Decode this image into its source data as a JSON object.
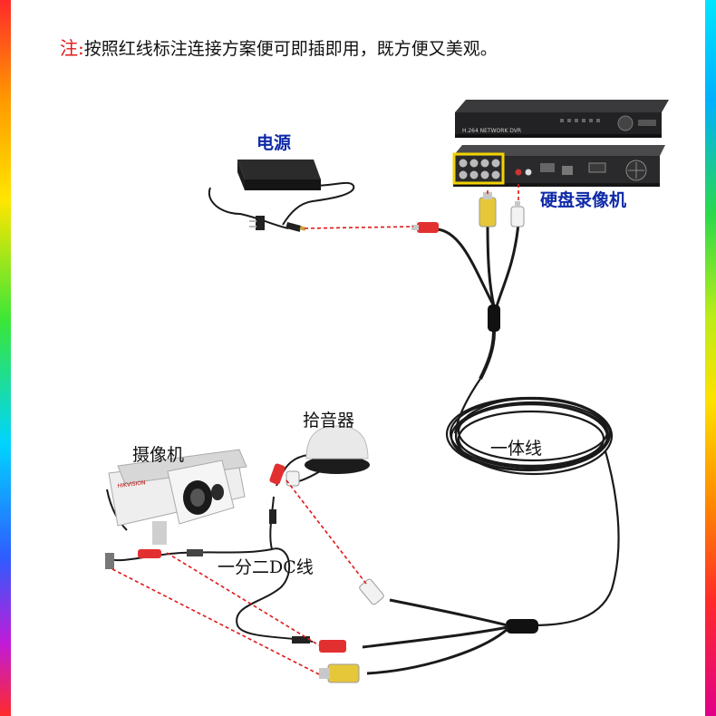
{
  "note": {
    "marker": "注:",
    "text": "按照红线标注连接方案便可即插即用，既方便又美观。"
  },
  "labels": {
    "power": "电源",
    "dvr": "硬盘录像机",
    "microphone": "拾音器",
    "camera": "摄像机",
    "combo_cable": "一体线",
    "split_dc_cable": "一分二DC线"
  },
  "device_text": {
    "dvr_model": "H.264 NETWORK DVR",
    "camera_brand": "HIKVISION"
  },
  "colors": {
    "annotation_red": "#e01818",
    "label_blue": "#0f2aa8",
    "cable_black": "#1a1a1a"
  }
}
